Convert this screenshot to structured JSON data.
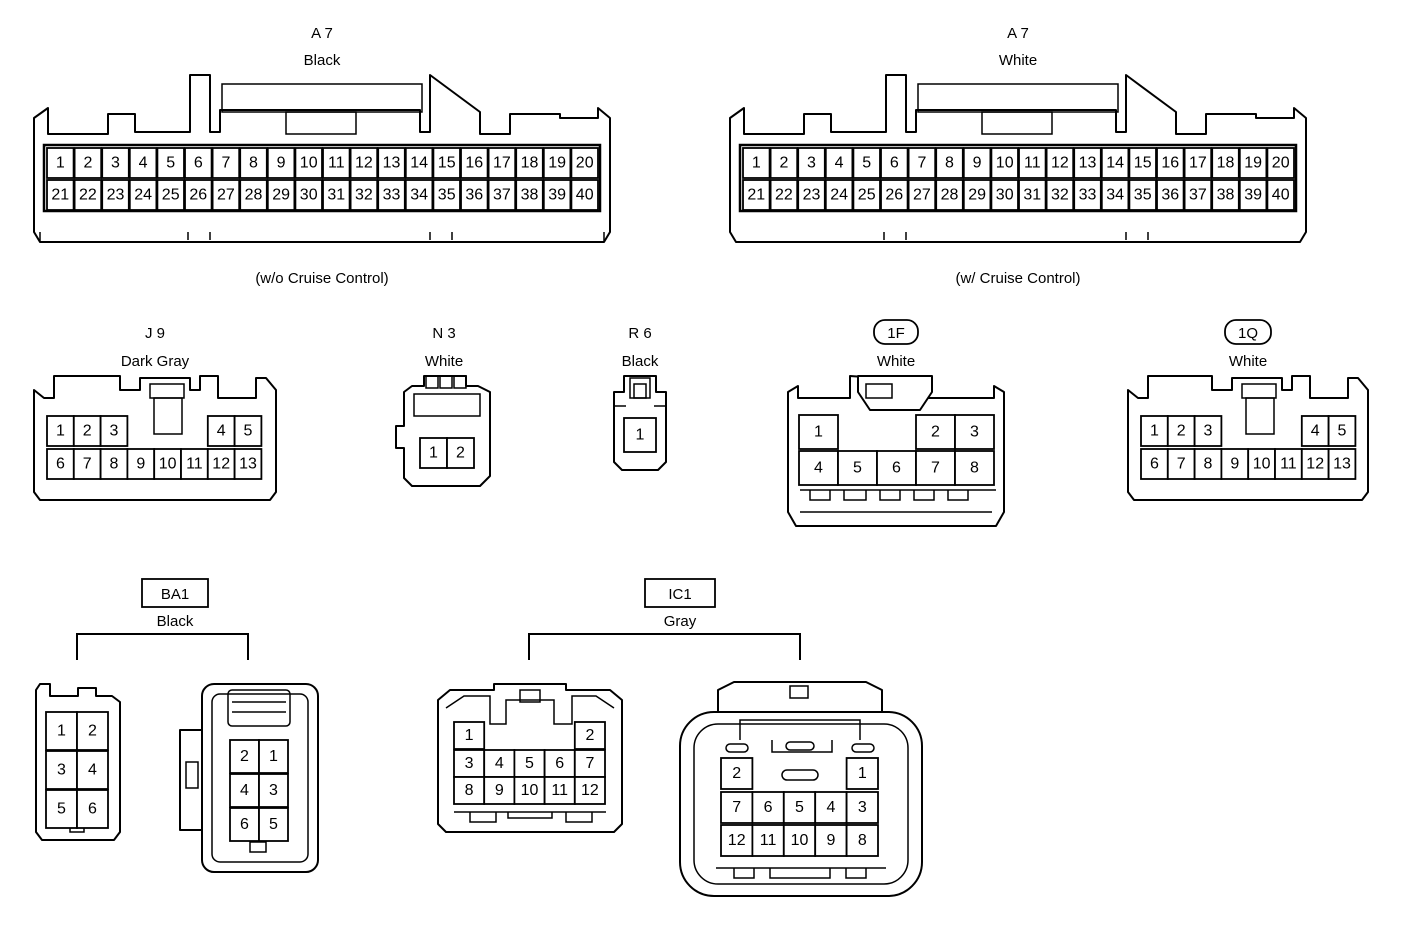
{
  "connectors": {
    "a7_black": {
      "code": "A 7",
      "color": "Black",
      "note": "(w/o Cruise Control)",
      "rows": [
        [
          "1",
          "2",
          "3",
          "4",
          "5",
          "6",
          "7",
          "8",
          "9",
          "10",
          "11",
          "12",
          "13",
          "14",
          "15",
          "16",
          "17",
          "18",
          "19",
          "20"
        ],
        [
          "21",
          "22",
          "23",
          "24",
          "25",
          "26",
          "27",
          "28",
          "29",
          "30",
          "31",
          "32",
          "33",
          "34",
          "35",
          "36",
          "37",
          "38",
          "39",
          "40"
        ]
      ]
    },
    "a7_white": {
      "code": "A 7",
      "color": "White",
      "note": "(w/ Cruise Control)",
      "rows": [
        [
          "1",
          "2",
          "3",
          "4",
          "5",
          "6",
          "7",
          "8",
          "9",
          "10",
          "11",
          "12",
          "13",
          "14",
          "15",
          "16",
          "17",
          "18",
          "19",
          "20"
        ],
        [
          "21",
          "22",
          "23",
          "24",
          "25",
          "26",
          "27",
          "28",
          "29",
          "30",
          "31",
          "32",
          "33",
          "34",
          "35",
          "36",
          "37",
          "38",
          "39",
          "40"
        ]
      ]
    },
    "j9": {
      "code": "J 9",
      "color": "Dark Gray",
      "top": [
        "1",
        "2",
        "3",
        "4",
        "5"
      ],
      "bottom": [
        "6",
        "7",
        "8",
        "9",
        "10",
        "11",
        "12",
        "13"
      ]
    },
    "n3": {
      "code": "N 3",
      "color": "White",
      "pins": [
        "1",
        "2"
      ]
    },
    "r6": {
      "code": "R 6",
      "color": "Black",
      "pins": [
        "1"
      ]
    },
    "c1f": {
      "code": "1F",
      "color": "White",
      "top": [
        "1",
        "2",
        "3"
      ],
      "bottom": [
        "4",
        "5",
        "6",
        "7",
        "8"
      ]
    },
    "c1q": {
      "code": "1Q",
      "color": "White",
      "top": [
        "1",
        "2",
        "3",
        "4",
        "5"
      ],
      "bottom": [
        "6",
        "7",
        "8",
        "9",
        "10",
        "11",
        "12",
        "13"
      ]
    },
    "ba1": {
      "code": "BA1",
      "color": "Black",
      "left": [
        [
          "1",
          "2"
        ],
        [
          "3",
          "4"
        ],
        [
          "5",
          "6"
        ]
      ],
      "right": [
        [
          "2",
          "1"
        ],
        [
          "4",
          "3"
        ],
        [
          "6",
          "5"
        ]
      ]
    },
    "ic1": {
      "code": "IC1",
      "color": "Gray",
      "left_top": [
        "1",
        "2"
      ],
      "left_rows": [
        [
          "3",
          "4",
          "5",
          "6",
          "7"
        ],
        [
          "8",
          "9",
          "10",
          "11",
          "12"
        ]
      ],
      "right_top": [
        "2",
        "1"
      ],
      "right_rows": [
        [
          "7",
          "6",
          "5",
          "4",
          "3"
        ],
        [
          "12",
          "11",
          "10",
          "9",
          "8"
        ]
      ]
    }
  }
}
